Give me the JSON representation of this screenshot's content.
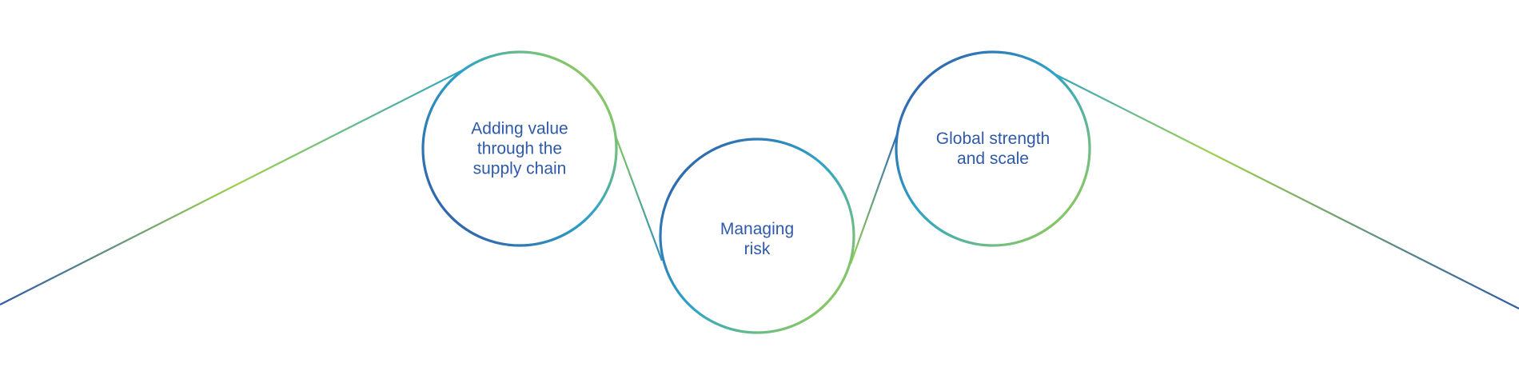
{
  "nodes": [
    {
      "label": "Adding value\nthrough the\nsupply chain"
    },
    {
      "label": "Managing\nrisk"
    },
    {
      "label": "Global strength\nand scale"
    }
  ],
  "colors": {
    "blue": "#2f5aa8",
    "teal": "#2ea3c7",
    "green": "#9ed04e",
    "text": "#2f5aa8"
  }
}
